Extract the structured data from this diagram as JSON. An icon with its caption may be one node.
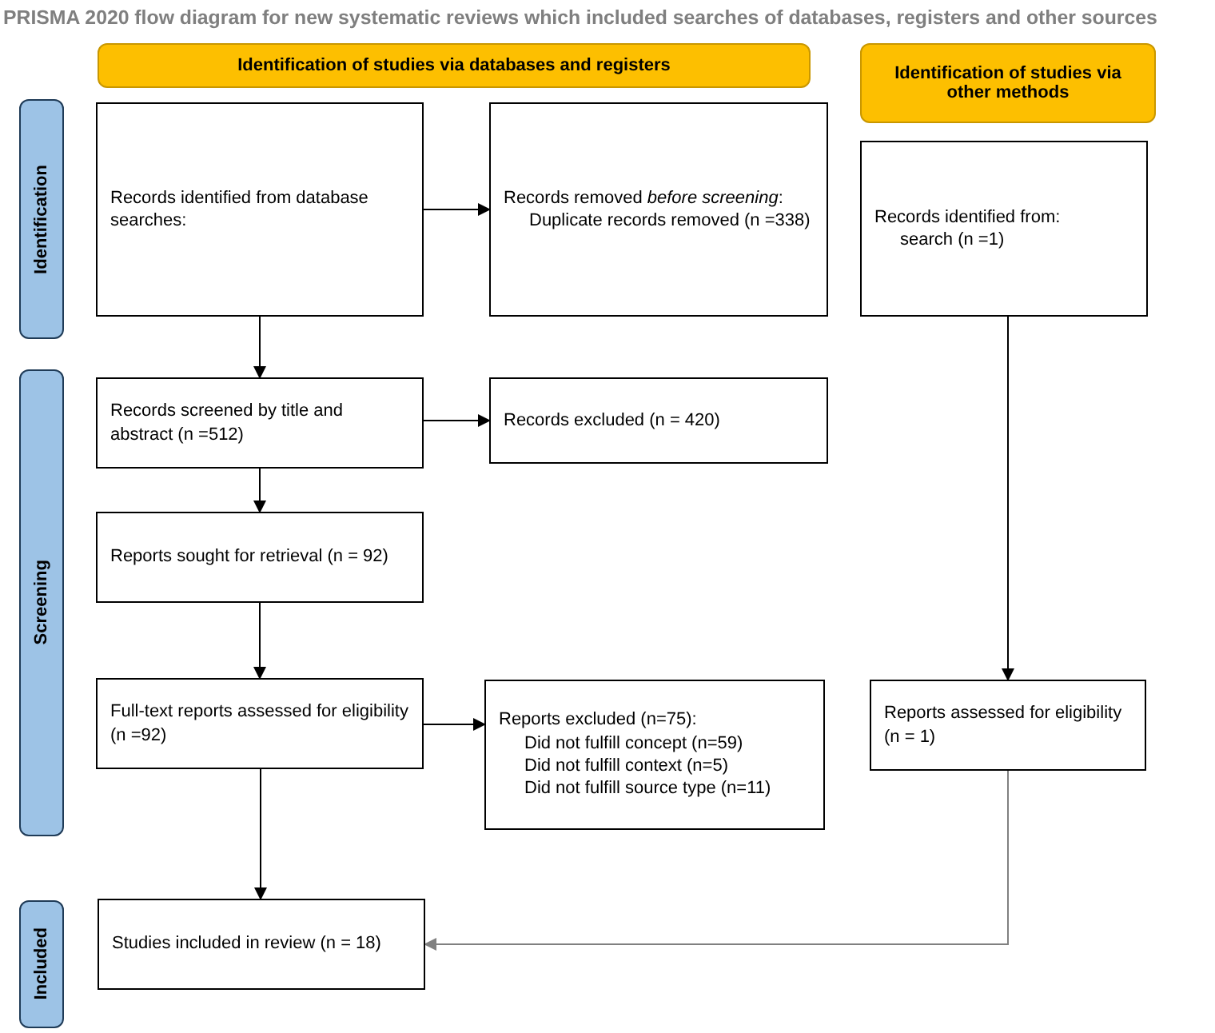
{
  "diagram": {
    "title": "PRISMA 2020 flow diagram for new systematic reviews which included searches of databases, registers and other sources",
    "nodes": [
      {
        "text": [
          "Identification of studies via databases and registers"
        ]
      },
      {
        "text": [
          "Identification of studies via other methods"
        ]
      },
      {
        "text": [
          "Identification"
        ]
      },
      {
        "text": [
          "Screening"
        ]
      },
      {
        "text": [
          "Included"
        ]
      },
      {
        "text": [
          "Records identified from database searches:"
        ]
      },
      {
        "text": [
          "Records removed *before screening*:",
          "Duplicate records removed (n =338)"
        ]
      },
      {
        "text": [
          "Records identified from:",
          "search (n =1)"
        ]
      },
      {
        "text": [
          "Records screened by title and abstract (n =512)"
        ]
      },
      {
        "text": [
          "Records excluded (n = 420)"
        ]
      },
      {
        "text": [
          "Reports sought for retrieval (n = 92)"
        ]
      },
      {
        "text": [
          "Full-text reports assessed for eligibility (n =92)"
        ]
      },
      {
        "text": [
          "Reports excluded (n=75):",
          "Did not fulfill concept (n=59)",
          "Did not fulfill context (n=5)",
          "Did not fulfill source type (n=11)"
        ]
      },
      {
        "text": [
          "Reports assessed for eligibility (n = 1)"
        ]
      },
      {
        "text": [
          "Studies included in review (n = 18)"
        ]
      }
    ],
    "edges": [
      {
        "from": 5,
        "to": 6,
        "arrow": "to"
      },
      {
        "from": 5,
        "to": 8,
        "arrow": "to"
      },
      {
        "from": 8,
        "to": 9,
        "arrow": "to"
      },
      {
        "from": 8,
        "to": 10,
        "arrow": "to"
      },
      {
        "from": 10,
        "to": 11,
        "arrow": "to"
      },
      {
        "from": 11,
        "to": 12,
        "arrow": "to"
      },
      {
        "from": 11,
        "to": 14,
        "arrow": "to"
      },
      {
        "from": 7,
        "to": 13,
        "arrow": "to"
      },
      {
        "from": 13,
        "to": 14,
        "arrow": "to",
        "color": "#808080"
      }
    ]
  }
}
